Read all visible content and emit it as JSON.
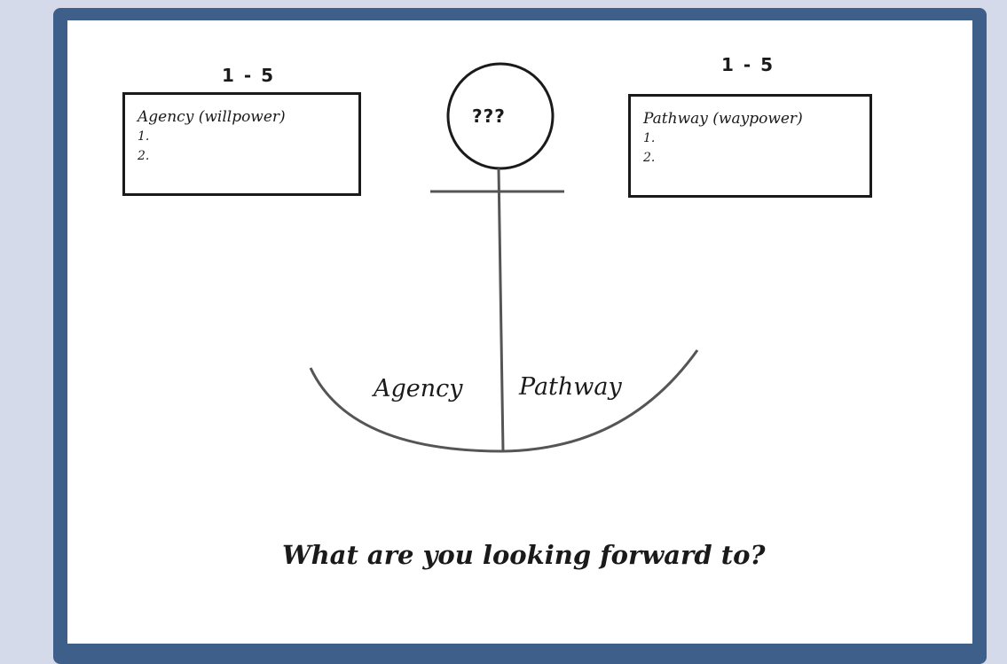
{
  "left_panel": {
    "scale": "1 - 5",
    "title": "Agency (willpower)",
    "item1": "1.",
    "item2": "2."
  },
  "right_panel": {
    "scale": "1 - 5",
    "title": "Pathway (waypower)",
    "item1": "1.",
    "item2": "2."
  },
  "anchor": {
    "ring_text": "???",
    "left_label": "Agency",
    "right_label": "Pathway"
  },
  "footer": {
    "question": "What are you looking forward to?"
  },
  "colors": {
    "page_background": "#d4dae9",
    "frame": "#3d5f8a",
    "canvas": "#ffffff",
    "ink": "#1a1a1a",
    "anchor_stroke": "#555555"
  }
}
